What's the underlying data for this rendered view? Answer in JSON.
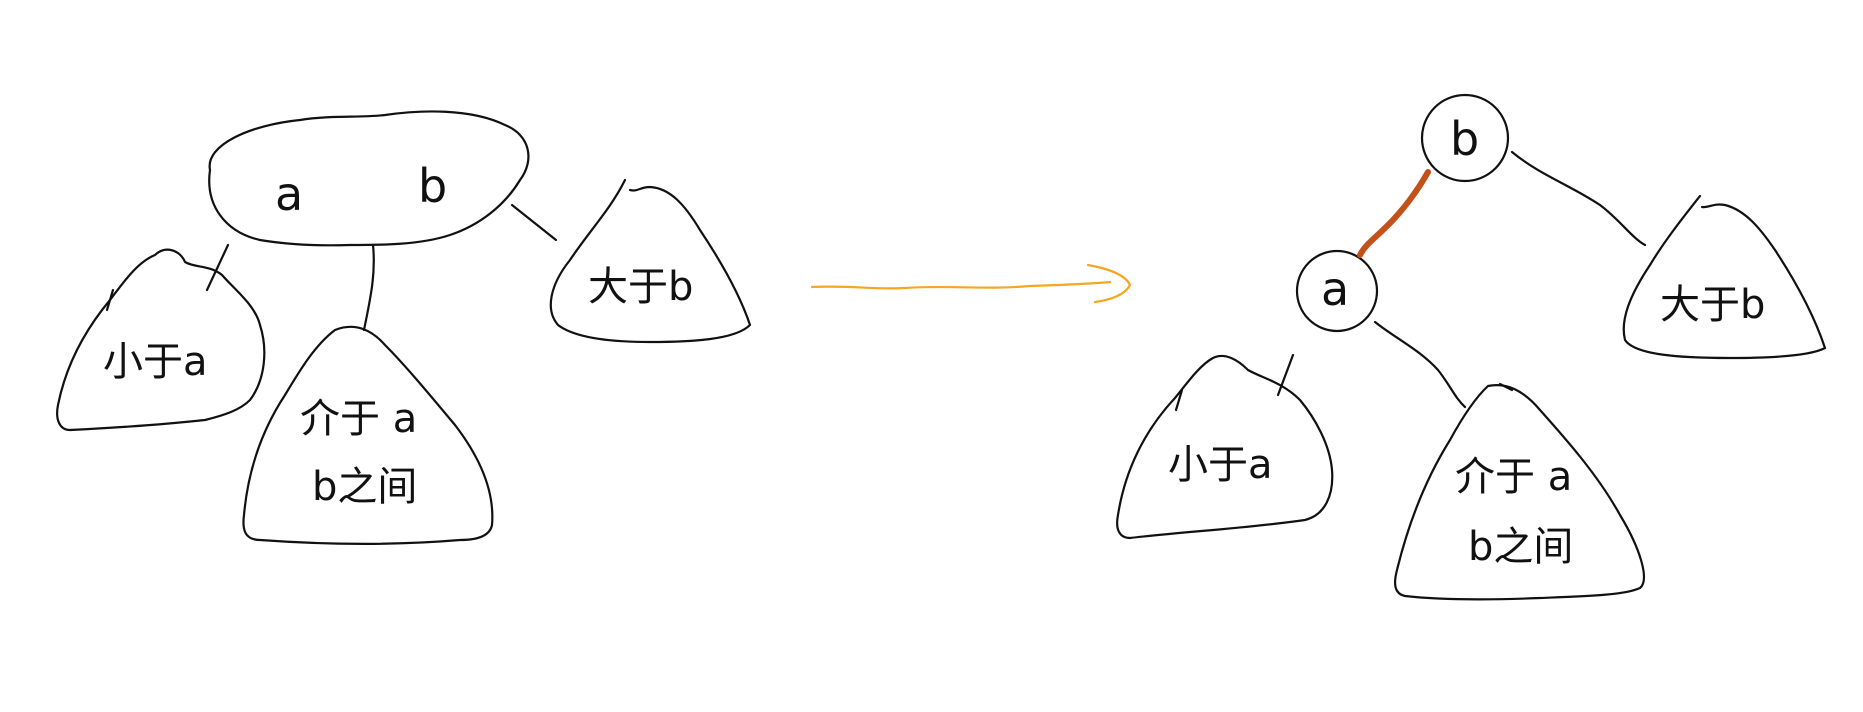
{
  "diagram": {
    "left": {
      "node_keys": [
        "a",
        "b"
      ],
      "subtrees": {
        "less_than_a": "小于a",
        "between_line1": "介于 a",
        "between_line2": "b之间",
        "greater_than_b": "大于b"
      }
    },
    "right": {
      "root_key": "b",
      "left_child_key": "a",
      "subtrees": {
        "less_than_a": "小于a",
        "between_line1": "介于 a",
        "between_line2": "b之间",
        "greater_than_b": "大于b"
      }
    },
    "colors": {
      "ink": "#111111",
      "transform_arrow": "#f5a623",
      "highlight_edge": "#c4501a"
    }
  }
}
